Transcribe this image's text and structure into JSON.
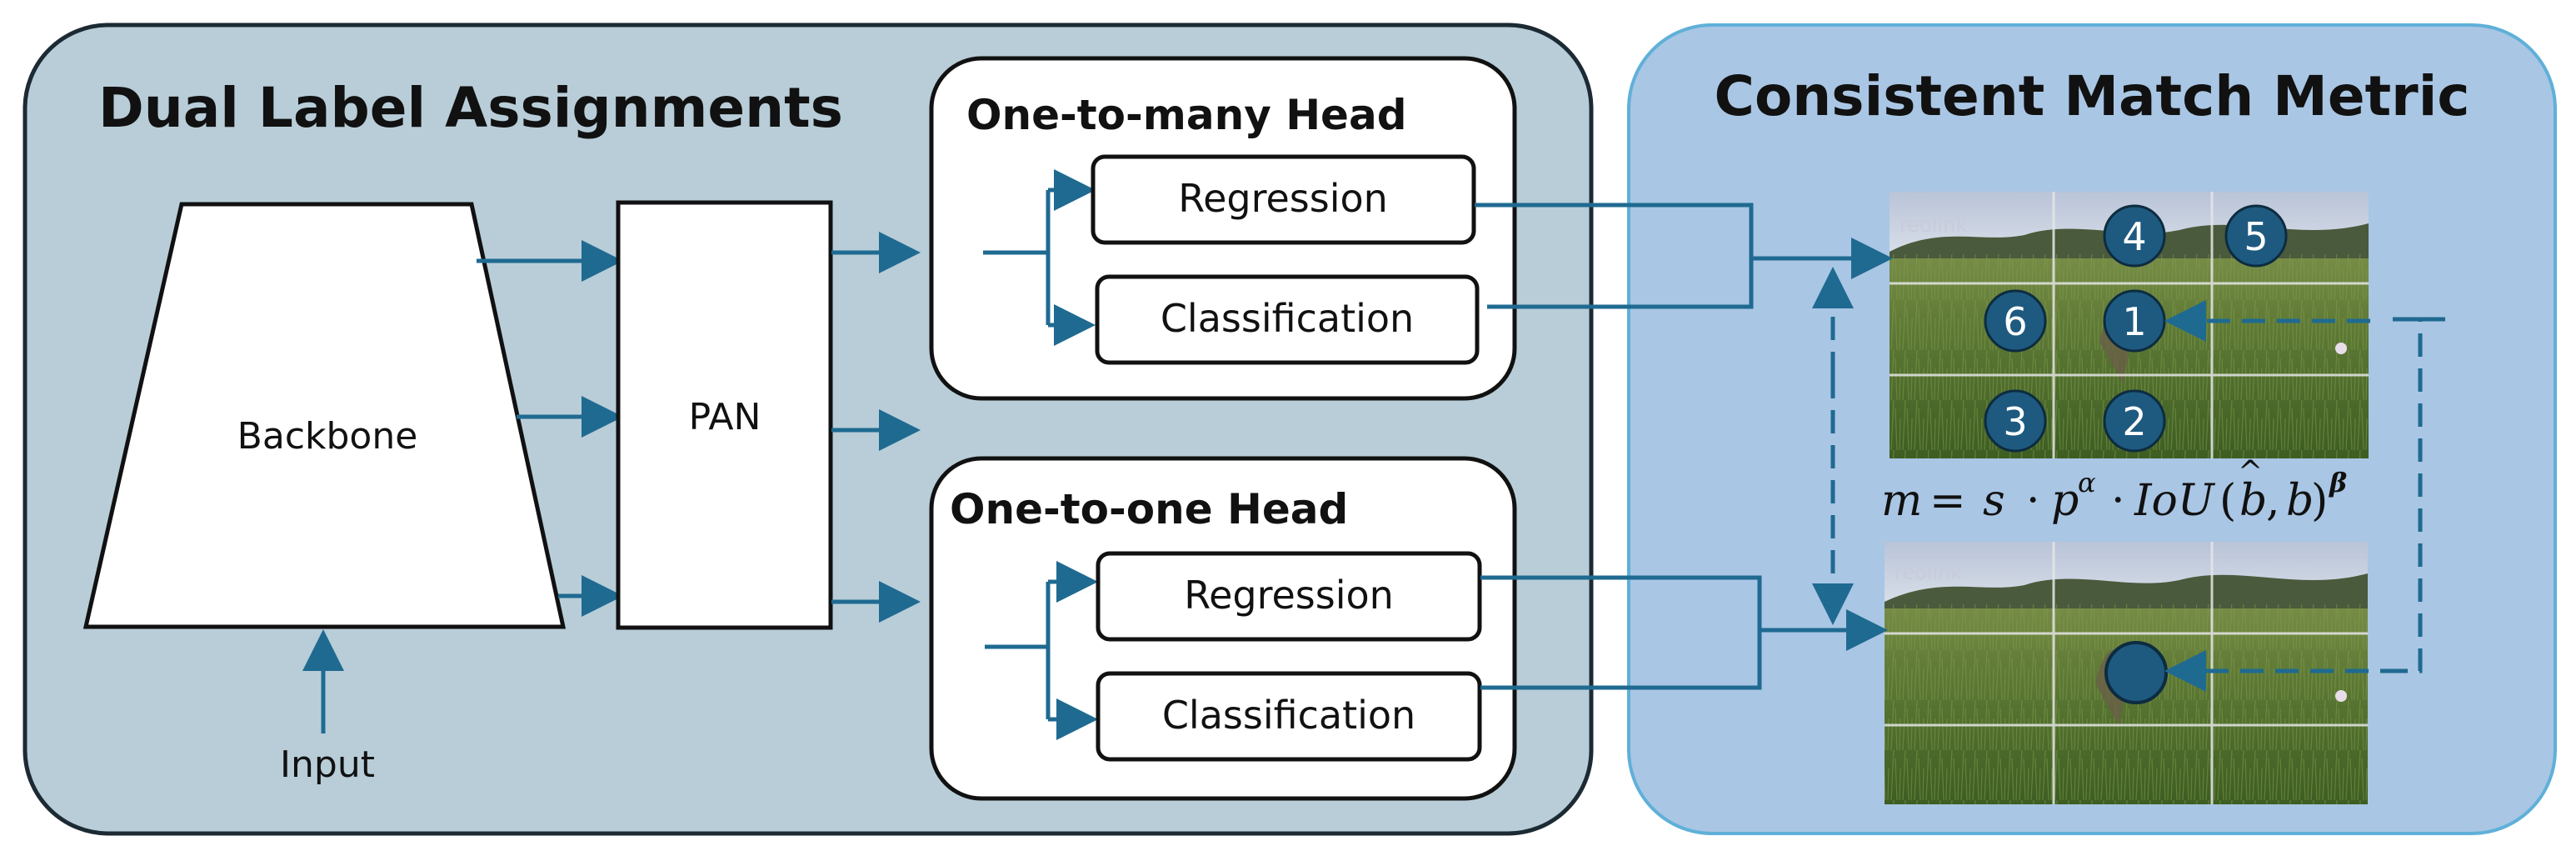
{
  "left_panel": {
    "title": "Dual Label Assignments"
  },
  "right_panel": {
    "title": "Consistent Match Metric"
  },
  "backbone": {
    "label": "Backbone"
  },
  "input": {
    "label": "Input"
  },
  "pan": {
    "label": "PAN"
  },
  "one_to_many_head": {
    "title": "One-to-many Head",
    "regression_label": "Regression",
    "classification_label": "Classification"
  },
  "one_to_one_head": {
    "title": "One-to-one Head",
    "regression_label": "Regression",
    "classification_label": "Classification"
  },
  "formula": {
    "m": "m",
    "eq": "=",
    "s": "s",
    "dot": "·",
    "p": "p",
    "alpha": "α",
    "iou": "IoU",
    "bhat": "b",
    "hat": "^",
    "b": "b",
    "beta": "β"
  },
  "image_top": {
    "watermark": "reolink",
    "anchors": [
      {
        "number": "4"
      },
      {
        "number": "5"
      },
      {
        "number": "6"
      },
      {
        "number": "1"
      },
      {
        "number": "3"
      },
      {
        "number": "2"
      }
    ]
  },
  "image_bottom": {
    "watermark": "reolink"
  },
  "colors": {
    "left_panel_fill": "#b8cdd8",
    "right_panel_fill": "#a9c6e4",
    "right_panel_border": "#5fb0d8",
    "arrow": "#1f6a91",
    "anchor_fill": "#1e5a80"
  }
}
